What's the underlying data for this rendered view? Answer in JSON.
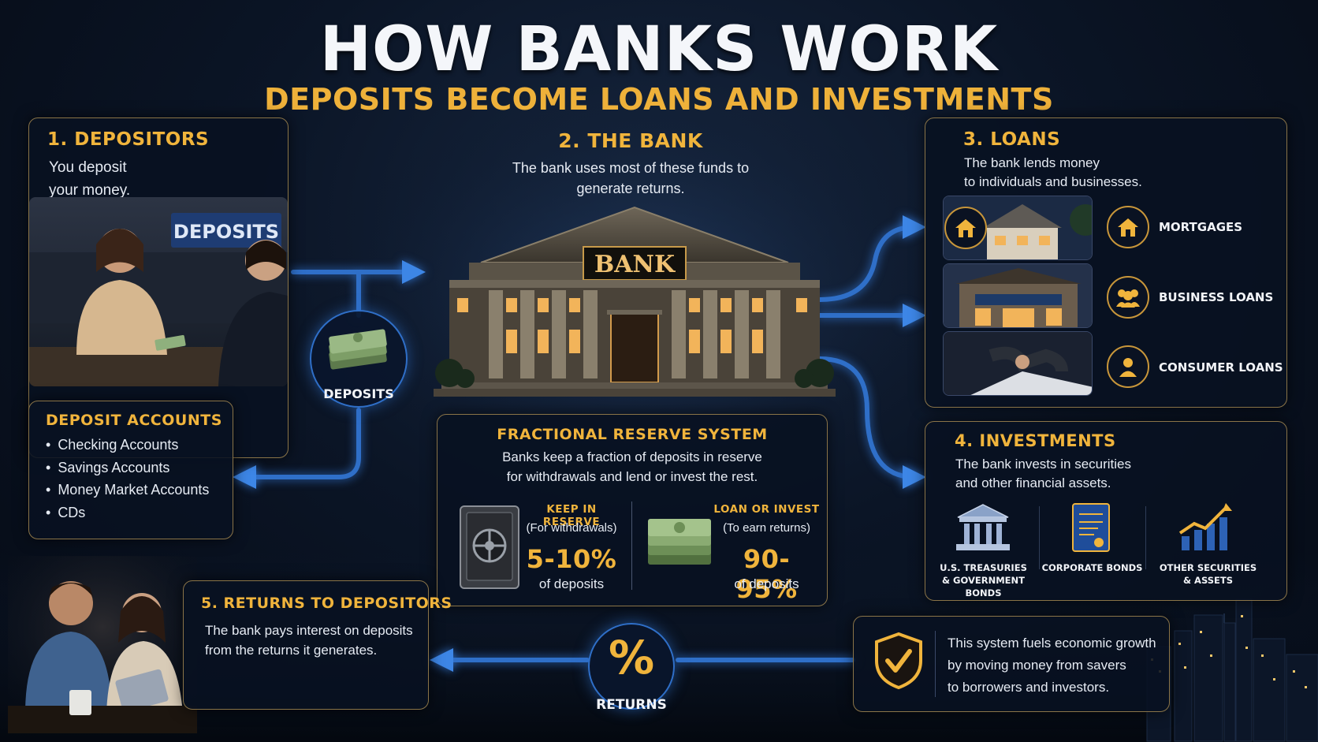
{
  "title": "HOW BANKS WORK",
  "subtitle": "DEPOSITS BECOME LOANS AND INVESTMENTS",
  "depositors": {
    "heading": "1. DEPOSITORS",
    "text_line1": "You deposit",
    "text_line2": "your money.",
    "sign": "DEPOSITS"
  },
  "deposit_accounts": {
    "heading": "DEPOSIT ACCOUNTS",
    "items": [
      "Checking Accounts",
      "Savings Accounts",
      "Money Market Accounts",
      "CDs"
    ]
  },
  "flow_deposits_label": "DEPOSITS",
  "bank": {
    "heading": "2. THE BANK",
    "text_line1": "The bank uses most of these funds to",
    "text_line2": "generate returns.",
    "sign": "BANK"
  },
  "fractional": {
    "heading": "FRACTIONAL RESERVE SYSTEM",
    "text_line1": "Banks keep a fraction of deposits in reserve",
    "text_line2": "for withdrawals and lend or invest the rest.",
    "reserve": {
      "label": "KEEP IN RESERVE",
      "sub": "(For withdrawals)",
      "value": "5-10%",
      "unit": "of deposits"
    },
    "loan": {
      "label": "LOAN OR INVEST",
      "sub": "(To earn returns)",
      "value": "90-95%",
      "unit": "of deposits"
    }
  },
  "loans": {
    "heading": "3. LOANS",
    "text_line1": "The bank lends money",
    "text_line2": "to individuals and businesses.",
    "items": [
      "MORTGAGES",
      "BUSINESS LOANS",
      "CONSUMER LOANS"
    ]
  },
  "investments": {
    "heading": "4. INVESTMENTS",
    "text_line1": "The bank invests in securities",
    "text_line2": "and other financial assets.",
    "items": [
      {
        "line1": "U.S. TREASURIES",
        "line2": "& GOVERNMENT BONDS"
      },
      {
        "line1": "CORPORATE BONDS",
        "line2": ""
      },
      {
        "line1": "OTHER SECURITIES",
        "line2": "& ASSETS"
      }
    ]
  },
  "returns": {
    "heading": "5. RETURNS TO DEPOSITORS",
    "text_line1": "The bank pays interest on deposits",
    "text_line2": "from the returns it generates.",
    "flow_label": "RETURNS",
    "symbol": "%"
  },
  "growth": {
    "line1": "This system fuels economic growth",
    "line2": "by moving money from savers",
    "line3": "to borrowers and investors."
  },
  "colors": {
    "gold": "#f0b43c",
    "flow_blue": "#2f6fc8",
    "panel_border": "#8a7448",
    "background": "#0b1526"
  }
}
